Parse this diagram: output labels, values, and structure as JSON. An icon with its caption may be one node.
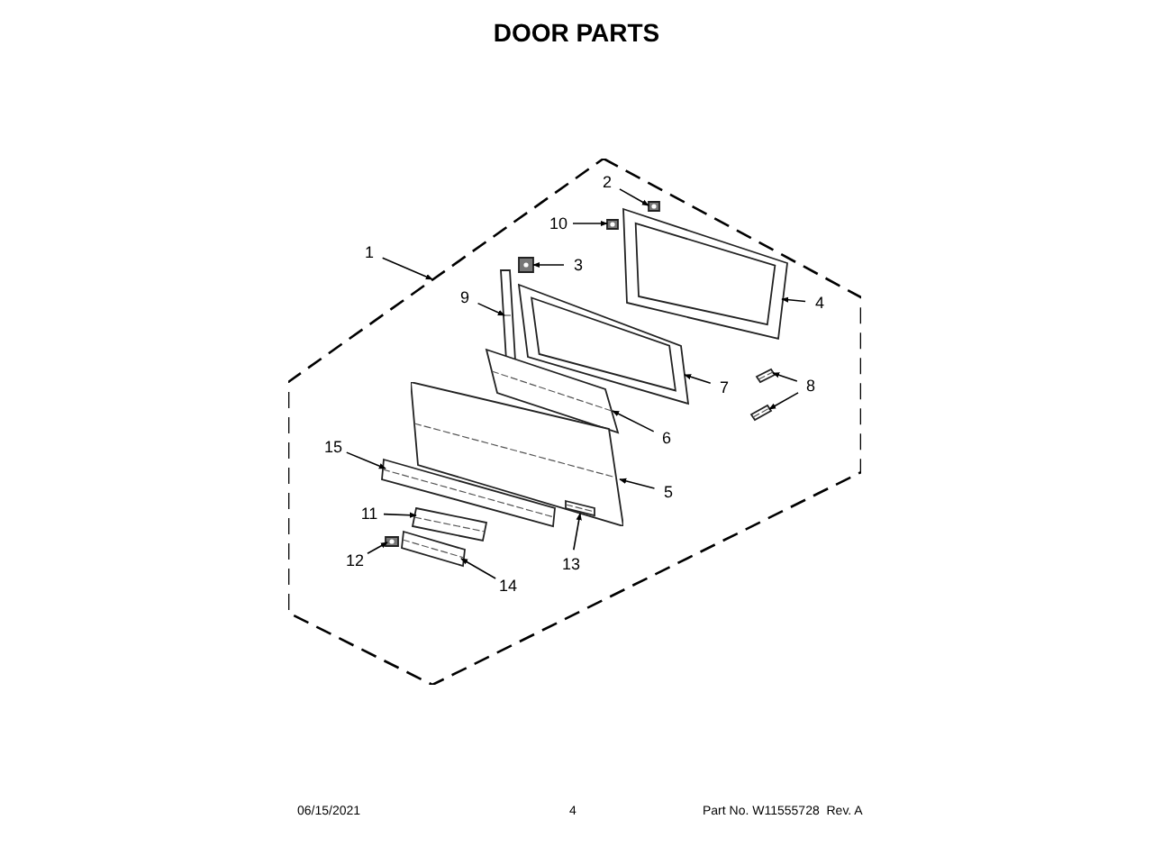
{
  "diagram": {
    "title": "DOOR PARTS",
    "nodes": [
      {
        "text": [],
        "shape": "box"
      },
      {
        "text": [
          "1"
        ]
      },
      {
        "text": [
          "2"
        ],
        "in": 0
      },
      {
        "text": [],
        "shape": "picture",
        "in": 0
      },
      {
        "text": [
          "10"
        ],
        "in": 0
      },
      {
        "text": [],
        "shape": "picture",
        "in": 0
      },
      {
        "text": [
          "3"
        ],
        "in": 0
      },
      {
        "text": [],
        "shape": "picture",
        "in": 0
      },
      {
        "text": [
          "4"
        ],
        "in": 0
      },
      {
        "text": [],
        "shape": "picture",
        "in": 0
      },
      {
        "text": [
          "9"
        ],
        "in": 0
      },
      {
        "text": [],
        "shape": "picture",
        "in": 0
      },
      {
        "text": [
          "7"
        ],
        "in": 0
      },
      {
        "text": [],
        "shape": "picture",
        "in": 0
      },
      {
        "text": [
          "8"
        ],
        "in": 0
      },
      {
        "text": [],
        "shape": "picture",
        "in": 0
      },
      {
        "text": [],
        "shape": "picture",
        "in": 0
      },
      {
        "text": [
          "6"
        ],
        "in": 0
      },
      {
        "text": [],
        "shape": "picture",
        "in": 0
      },
      {
        "text": [
          "15"
        ],
        "in": 0
      },
      {
        "text": [],
        "shape": "picture",
        "in": 0
      },
      {
        "text": [
          "5"
        ],
        "in": 0
      },
      {
        "text": [],
        "shape": "picture",
        "in": 0
      },
      {
        "text": [
          "11"
        ],
        "in": 0
      },
      {
        "text": [],
        "shape": "picture",
        "in": 0
      },
      {
        "text": [
          "13"
        ],
        "in": 0
      },
      {
        "text": [],
        "shape": "picture",
        "in": 22
      },
      {
        "text": [
          "12"
        ],
        "in": 0
      },
      {
        "text": [],
        "shape": "picture",
        "in": 0
      },
      {
        "text": [
          "14"
        ],
        "in": 0
      },
      {
        "text": [],
        "shape": "picture",
        "in": 0
      }
    ],
    "edges": [
      {
        "from": 1,
        "to": 0,
        "arrow": "to"
      },
      {
        "from": 2,
        "to": 3,
        "arrow": "to"
      },
      {
        "from": 4,
        "to": 5,
        "arrow": "to"
      },
      {
        "from": 6,
        "to": 7,
        "arrow": "to"
      },
      {
        "from": 8,
        "to": 9,
        "arrow": "to"
      },
      {
        "from": 10,
        "to": 11,
        "arrow": "to"
      },
      {
        "from": 12,
        "to": 13,
        "arrow": "to"
      },
      {
        "from": 14,
        "to": 15,
        "arrow": "to"
      },
      {
        "from": 14,
        "to": 16,
        "arrow": "to"
      },
      {
        "from": 17,
        "to": 18,
        "arrow": "to"
      },
      {
        "from": 19,
        "to": 20,
        "arrow": "to"
      },
      {
        "from": 21,
        "to": 22,
        "arrow": "to"
      },
      {
        "from": 23,
        "to": 24,
        "arrow": "to"
      },
      {
        "from": 25,
        "to": 26,
        "arrow": "to"
      },
      {
        "from": 27,
        "to": 28,
        "arrow": "to"
      },
      {
        "from": 29,
        "to": 30,
        "arrow": "to"
      }
    ],
    "labels": [
      "06/15/2021",
      "4",
      "Part No. W11555728  Rev. A"
    ]
  }
}
